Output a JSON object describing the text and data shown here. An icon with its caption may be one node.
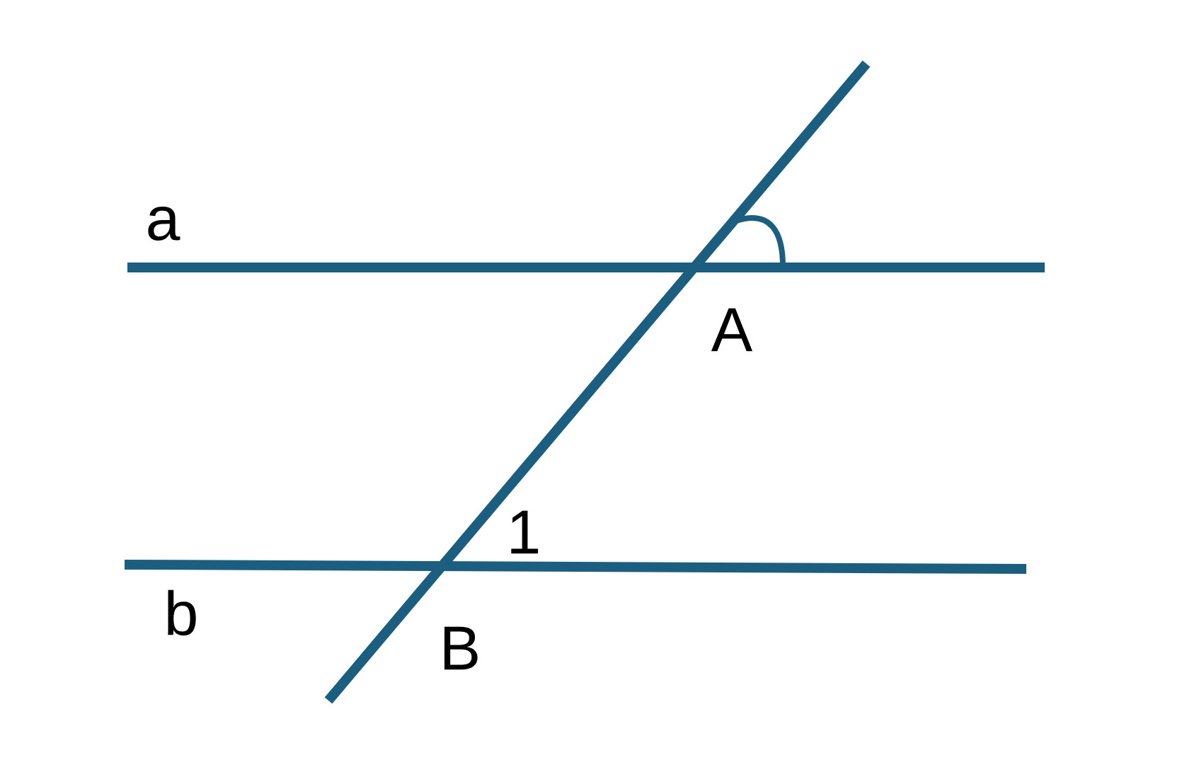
{
  "diagram": {
    "labels": [
      "a",
      "A",
      "1",
      "b",
      "B"
    ]
  }
}
